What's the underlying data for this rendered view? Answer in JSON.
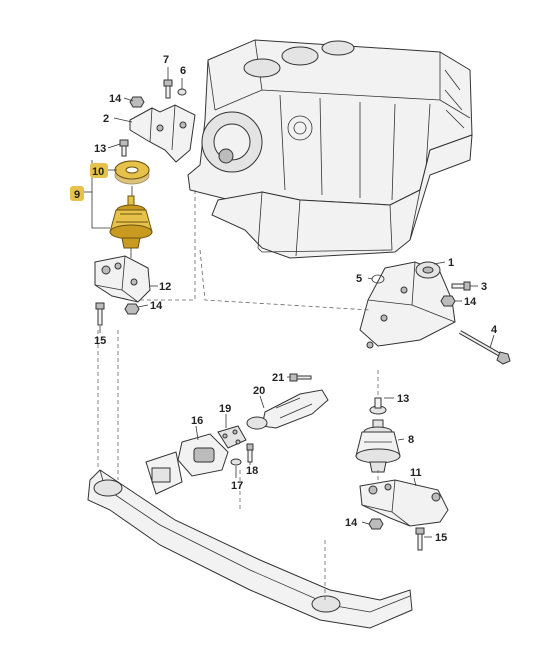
{
  "callouts": {
    "c1": "1",
    "c2": "2",
    "c3": "3",
    "c4": "4",
    "c5": "5",
    "c6": "6",
    "c7": "7",
    "c8": "8",
    "c9": "9",
    "c10": "10",
    "c11": "11",
    "c12": "12",
    "c13": "13",
    "c14a": "14",
    "c14b": "14",
    "c14c": "14",
    "c14d": "14",
    "c15a": "15",
    "c15b": "15",
    "c16": "16",
    "c17": "17",
    "c18": "18",
    "c19": "19",
    "c20": "20",
    "c21": "21"
  },
  "colors": {
    "highlight": "#e7c24a",
    "highlight_text": "#222222"
  }
}
